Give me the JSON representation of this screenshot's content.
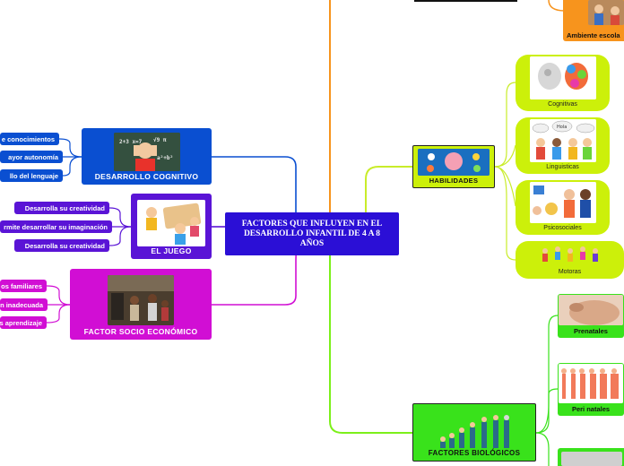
{
  "center": {
    "title": "FACTORES QUE INFLUYEN EN EL DESARROLLO INFANTIL DE 4 A 8 AÑOS"
  },
  "colors": {
    "blue": "#0a4fd1",
    "purple": "#5a14d6",
    "magenta": "#d10ed4",
    "orange": "#f7941d",
    "lime": "#ccf00a",
    "green": "#39e21b",
    "center": "#2b0fd6"
  },
  "cognitivo": {
    "label": "DESARROLLO COGNITIVO",
    "items": [
      "e conocimientos",
      "ayor autonomía",
      "llo del lenguaje"
    ]
  },
  "juego": {
    "label": "EL JUEGO",
    "items": [
      "Desarrolla su creatividad",
      "rmite desarrollar su imaginación",
      "Desarrolla su creatividad"
    ]
  },
  "socio": {
    "label": "FACTOR SOCIO ECONÓMICO",
    "items": [
      "os familiares",
      "n inadecuada",
      "s aprendizaje"
    ]
  },
  "ambiente": {
    "label": "Ambiente escola"
  },
  "habilidades": {
    "label": "HABILIDADES",
    "items": [
      "Cognitivas",
      "Linguisticas",
      "Psicosociales",
      "Motoras"
    ],
    "hola_text": "Hola"
  },
  "biologicos": {
    "label": "FACTORES BIOLÓGICOS",
    "items": [
      "Prenatales",
      "Peri natales"
    ]
  }
}
